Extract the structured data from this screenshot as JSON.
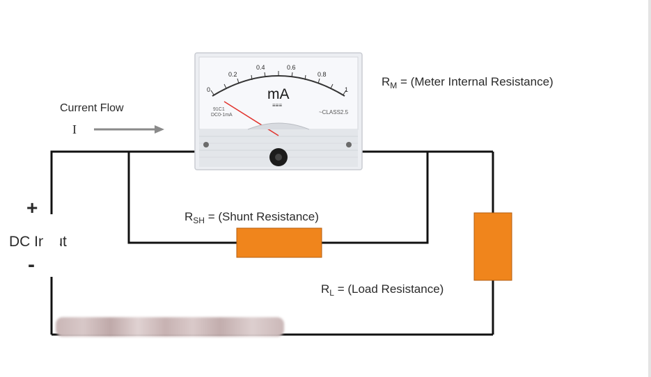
{
  "labels": {
    "current_flow": "Current Flow",
    "current_symbol": "I",
    "plus": "+",
    "minus": "-",
    "dc_input": "DC Input"
  },
  "meter": {
    "unit": "mA",
    "ticks": [
      "0",
      "0.2",
      "0.4",
      "0.6",
      "0.8",
      "1"
    ],
    "model_left_1": "91C1",
    "model_left_2": "DC0-1mA",
    "model_right": "~CLASS2.5",
    "unit_marks": "≡≡≡"
  },
  "rm": {
    "symbol": "R",
    "subscript": "M",
    "text": "= (Meter Internal Resistance)"
  },
  "rsh": {
    "symbol": "R",
    "subscript": "SH",
    "text": "= (Shunt Resistance)"
  },
  "rl": {
    "symbol": "R",
    "subscript": "L",
    "text": "= (Load Resistance)"
  },
  "colors": {
    "wire": "#111111",
    "resistor_fill": "#f0851c",
    "resistor_stroke": "#b55e10",
    "meter_body": "#eceef2",
    "meter_face": "#f7f8fb"
  }
}
